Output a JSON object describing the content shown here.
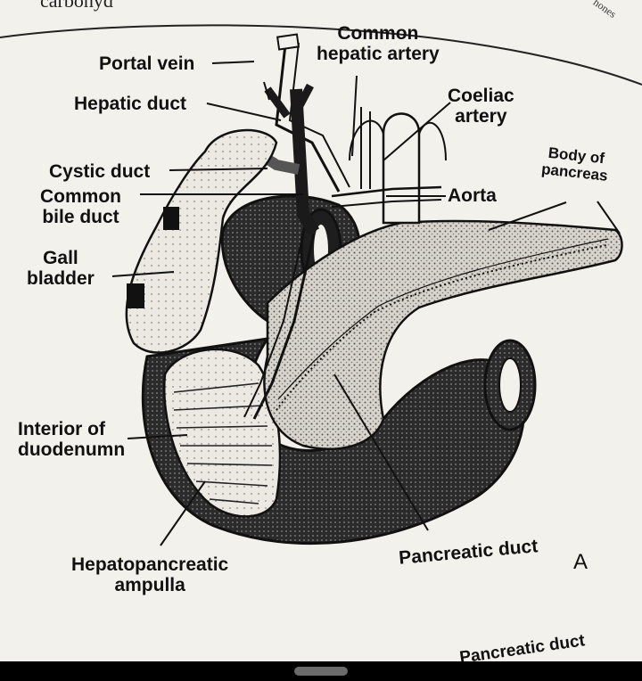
{
  "page": {
    "top_cut_text": "carbohyd",
    "side_cut_text": "hones",
    "panel_letter": "A",
    "bottom_cut_text": "Pancreatic duct"
  },
  "labels": {
    "portal_vein": "Portal vein",
    "common_hepatic_artery": [
      "Common",
      "hepatic artery"
    ],
    "hepatic_duct": "Hepatic duct",
    "coeliac_artery": [
      "Coeliac",
      "artery"
    ],
    "cystic_duct": "Cystic duct",
    "common_bile_duct": [
      "Common",
      "bile duct"
    ],
    "aorta": "Aorta",
    "body_of_pancreas": [
      "Body of",
      "pancreas"
    ],
    "gall_bladder": [
      "Gall",
      "bladder"
    ],
    "interior_of_duodenum": [
      "Interior of",
      "duodenumn"
    ],
    "hepatopancreatic_ampulla": [
      "Hepatopancreatic",
      "ampulla"
    ],
    "pancreatic_duct": "Pancreatic duct"
  },
  "colors": {
    "ink": "#111111",
    "paper": "#f3f1ec",
    "duodenum_fill": "#2f2f2f",
    "pancreas_fill": "#cfcbc2",
    "gall_bladder_fill": "#e9e6df"
  }
}
